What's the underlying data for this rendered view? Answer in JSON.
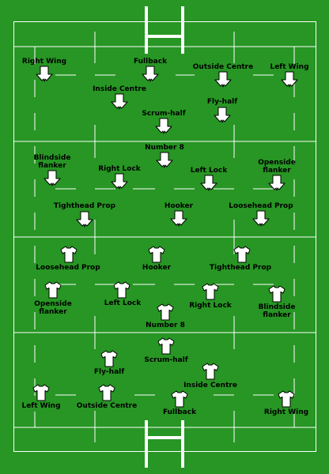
{
  "colors": {
    "pitch": "#279624",
    "lines": "#ffffff",
    "text": "#000000"
  },
  "top_team": {
    "shirt_icon": "pointing-shirt-icon",
    "players": [
      {
        "id": "right-wing",
        "label": "Right Wing"
      },
      {
        "id": "fullback",
        "label": "Fullback"
      },
      {
        "id": "outside-centre",
        "label": "Outside Centre"
      },
      {
        "id": "left-wing",
        "label": "Left Wing"
      },
      {
        "id": "inside-centre",
        "label": "Inside Centre"
      },
      {
        "id": "fly-half",
        "label": "Fly-half"
      },
      {
        "id": "scrum-half",
        "label": "Scrum-half"
      },
      {
        "id": "number-8",
        "label": "Number 8"
      },
      {
        "id": "blindside-flanker",
        "label": "Blindside\nflanker"
      },
      {
        "id": "right-lock",
        "label": "Right Lock"
      },
      {
        "id": "left-lock",
        "label": "Left Lock"
      },
      {
        "id": "openside-flanker",
        "label": "Openside\nflanker"
      },
      {
        "id": "tighthead-prop",
        "label": "Tighthead Prop"
      },
      {
        "id": "hooker",
        "label": "Hooker"
      },
      {
        "id": "loosehead-prop",
        "label": "Loosehead Prop"
      }
    ]
  },
  "bottom_team": {
    "shirt_icon": "jersey-icon",
    "players": [
      {
        "id": "loosehead-prop",
        "label": "Loosehead Prop"
      },
      {
        "id": "hooker",
        "label": "Hooker"
      },
      {
        "id": "tighthead-prop",
        "label": "Tighthead Prop"
      },
      {
        "id": "openside-flanker",
        "label": "Openside\nflanker"
      },
      {
        "id": "left-lock",
        "label": "Left Lock"
      },
      {
        "id": "right-lock",
        "label": "Right Lock"
      },
      {
        "id": "blindside-flanker",
        "label": "Blindside\nflanker"
      },
      {
        "id": "number-8",
        "label": "Number 8"
      },
      {
        "id": "scrum-half",
        "label": "Scrum-half"
      },
      {
        "id": "fly-half",
        "label": "Fly-half"
      },
      {
        "id": "inside-centre",
        "label": "Inside Centre"
      },
      {
        "id": "left-wing",
        "label": "Left Wing"
      },
      {
        "id": "outside-centre",
        "label": "Outside Centre"
      },
      {
        "id": "fullback",
        "label": "Fullback"
      },
      {
        "id": "right-wing",
        "label": "Right Wing"
      }
    ]
  }
}
